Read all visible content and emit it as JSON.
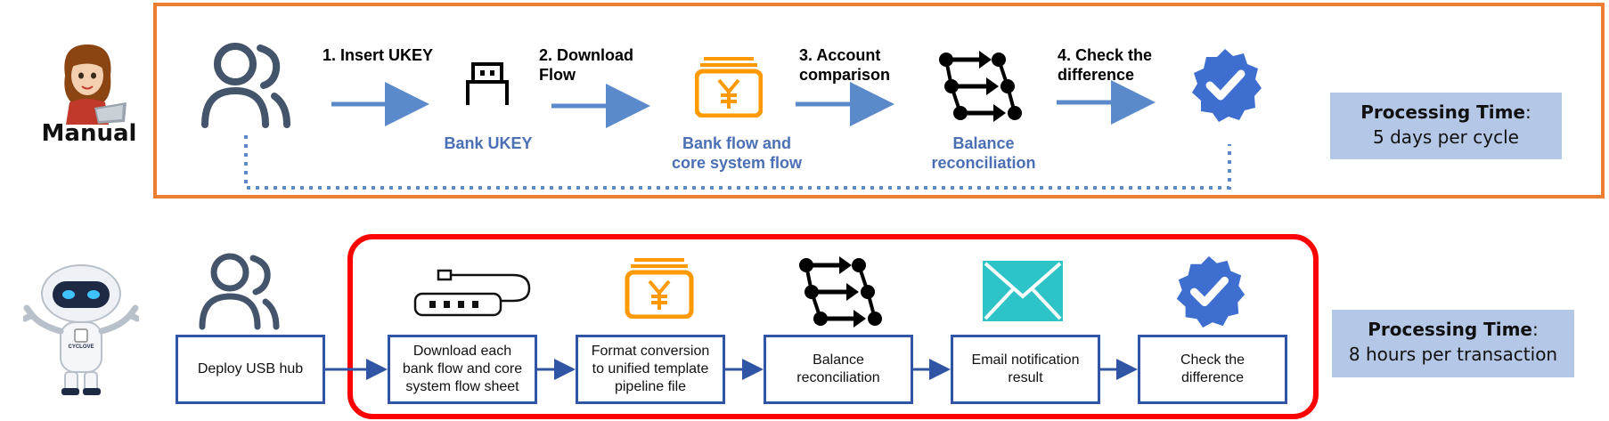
{
  "manual": {
    "label": "Manual",
    "steps": [
      {
        "step_label": "1. Insert UKEY",
        "caption": "Bank UKEY",
        "icon": "usb-key-icon"
      },
      {
        "step_label": "2. Download\nFlow",
        "caption": "Bank flow and\ncore system flow",
        "icon": "yuan-folder-icon"
      },
      {
        "step_label": "3. Account\ncomparison",
        "caption": "Balance\nreconciliation",
        "icon": "flow-arrows-icon"
      },
      {
        "step_label": "4. Check the\ndifference",
        "caption": "",
        "icon": "verified-badge-icon"
      }
    ],
    "processing_time": {
      "title": "Processing Time",
      "colon": ":",
      "value": "5 days per cycle"
    }
  },
  "automated": {
    "first_step": "Deploy USB hub",
    "steps": [
      {
        "label": "Download each\nbank flow and core\nsystem flow sheet",
        "icon": "usb-hub-icon"
      },
      {
        "label": "Format conversion\nto unified template\npipeline file",
        "icon": "yuan-folder-icon"
      },
      {
        "label": "Balance\nreconciliation",
        "icon": "flow-arrows-icon"
      },
      {
        "label": "Email notification\nresult",
        "icon": "envelope-icon"
      },
      {
        "label": "Check the\ndifference",
        "icon": "verified-badge-icon"
      }
    ],
    "processing_time": {
      "title": "Processing Time",
      "colon": ":",
      "value": "8 hours per transaction"
    }
  },
  "robot_badge_text": "CYCLOVE",
  "colors": {
    "manual_frame": "#ED7D31",
    "auto_frame": "#FF0000",
    "arrow_blue": "#5B8ACB",
    "caption_blue": "#4A6FB5",
    "box_border": "#2F55A4",
    "time_box": "#B4C7E7",
    "icon_gray": "#44546A",
    "folder_orange": "#FF9900",
    "badge_blue": "#3E6FD0",
    "envelope_teal": "#2EC4C7"
  }
}
